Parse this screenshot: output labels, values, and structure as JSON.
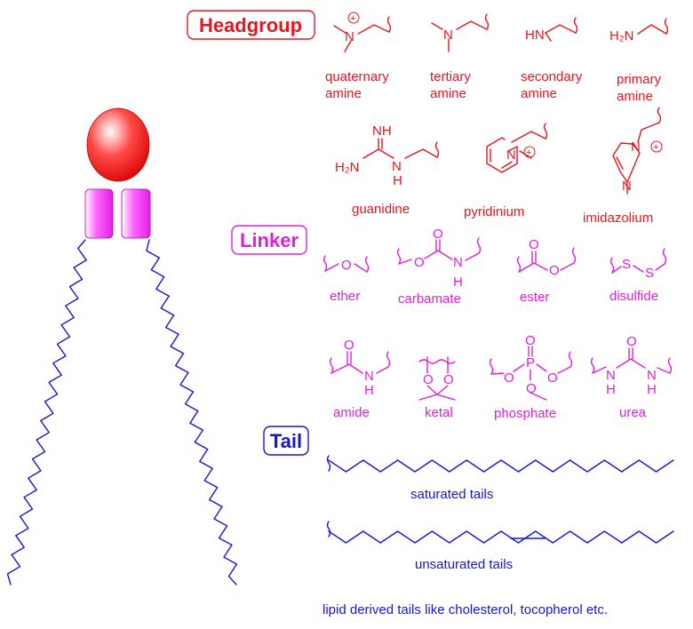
{
  "colors": {
    "headgroup": "#e8141e",
    "linker": "#e020d8",
    "tail": "#1616d0"
  },
  "sections": {
    "headgroup": "Headgroup",
    "linker": "Linker",
    "tail": "Tail"
  },
  "headgroups": {
    "quaternary": "quaternary amine",
    "tertiary": "tertiary amine",
    "secondary": "secondary amine",
    "primary": "primary amine",
    "guanidine": "guanidine",
    "pyridinium": "pyridinium",
    "imidazolium": "imidazolium"
  },
  "linkers": {
    "ether": "ether",
    "carbamate": "carbamate",
    "ester": "ester",
    "disulfide": "disulfide",
    "amide": "amide",
    "ketal": "ketal",
    "phosphate": "phosphate",
    "urea": "urea"
  },
  "tails": {
    "saturated": "saturated tails",
    "unsaturated": "unsaturated tails",
    "lipid_derived": "lipid derived tails like cholesterol, tocopherol etc."
  },
  "atoms": {
    "N": "N",
    "HN": "HN",
    "H2N": "H₂N",
    "NH": "NH",
    "H": "H",
    "O": "O",
    "S": "S",
    "P": "P",
    "plus": "+"
  },
  "icons": [
    "lipid-head-sphere-icon",
    "linker-block-icon",
    "hydrocarbon-tail-icon",
    "wavy-bond-icon"
  ]
}
